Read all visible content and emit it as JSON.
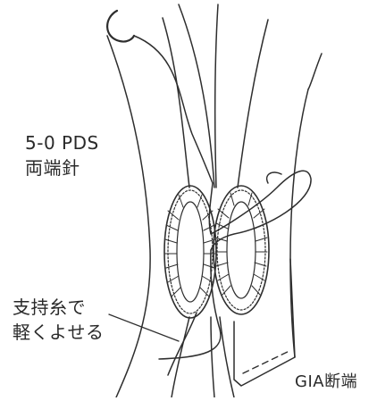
{
  "labels": {
    "suture_line1": "5-0 PDS",
    "suture_line2": "両端針",
    "support_line1": "支持糸で",
    "support_line2": "軽くよせる",
    "gia": "GIA断端"
  },
  "colors": {
    "ink": "#2e2e2e",
    "background": "#ffffff"
  }
}
